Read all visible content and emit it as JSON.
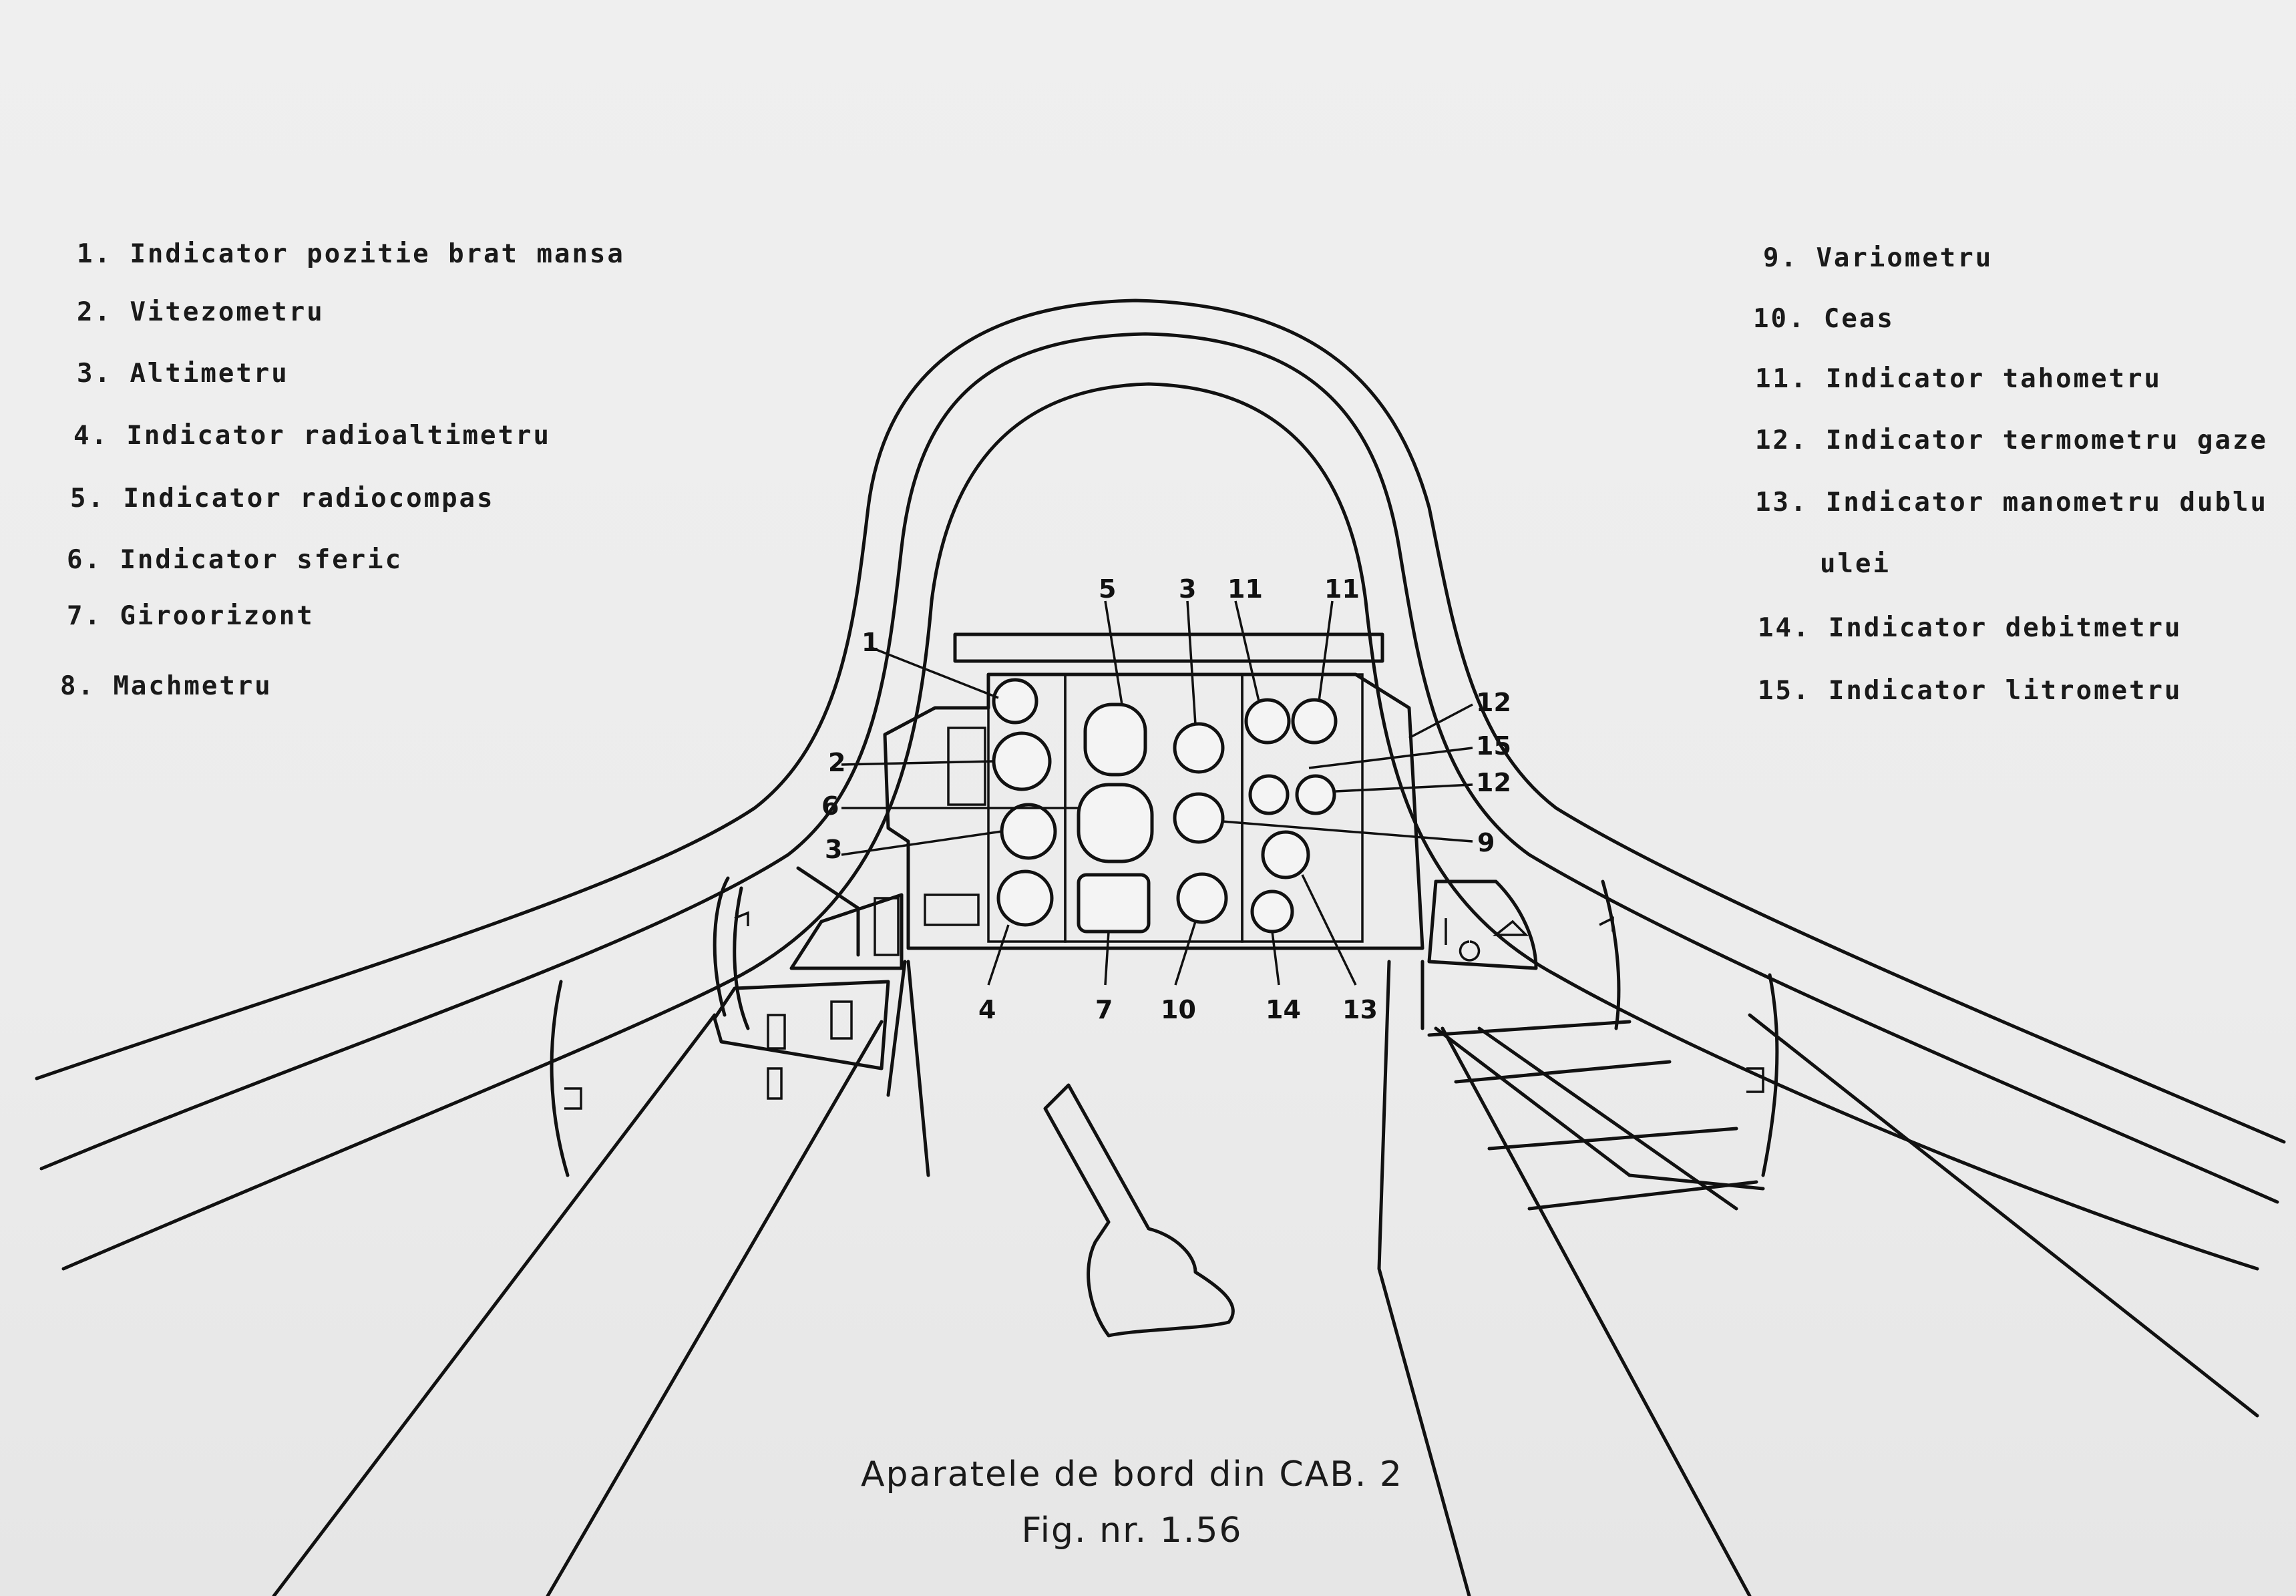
{
  "legend_left": [
    "1. Indicator pozitie  brat mansa",
    "2. Vitezometru",
    "3. Altimetru",
    "4. Indicator radioaltimetru",
    "5. Indicator radiocompas",
    "6. Indicator  sferic",
    "7. Giroorizont",
    "8. Machmetru"
  ],
  "legend_right": [
    "9. Variometru",
    "10. Ceas",
    "11. Indicator tahometru",
    "12. Indicator termometru  gaze",
    "13. Indicator manometru dublu",
    "ulei",
    "14. Indicator debitmetru",
    "15. Indicator litrometru"
  ],
  "callouts": [
    "1",
    "2",
    "6",
    "3",
    "5",
    "3",
    "11",
    "11",
    "12",
    "15",
    "12",
    "9",
    "4",
    "7",
    "10",
    "14",
    "13"
  ],
  "caption": {
    "title": "Aparatele de bord din CAB. 2",
    "figure": "Fig. nr. 1.56"
  }
}
